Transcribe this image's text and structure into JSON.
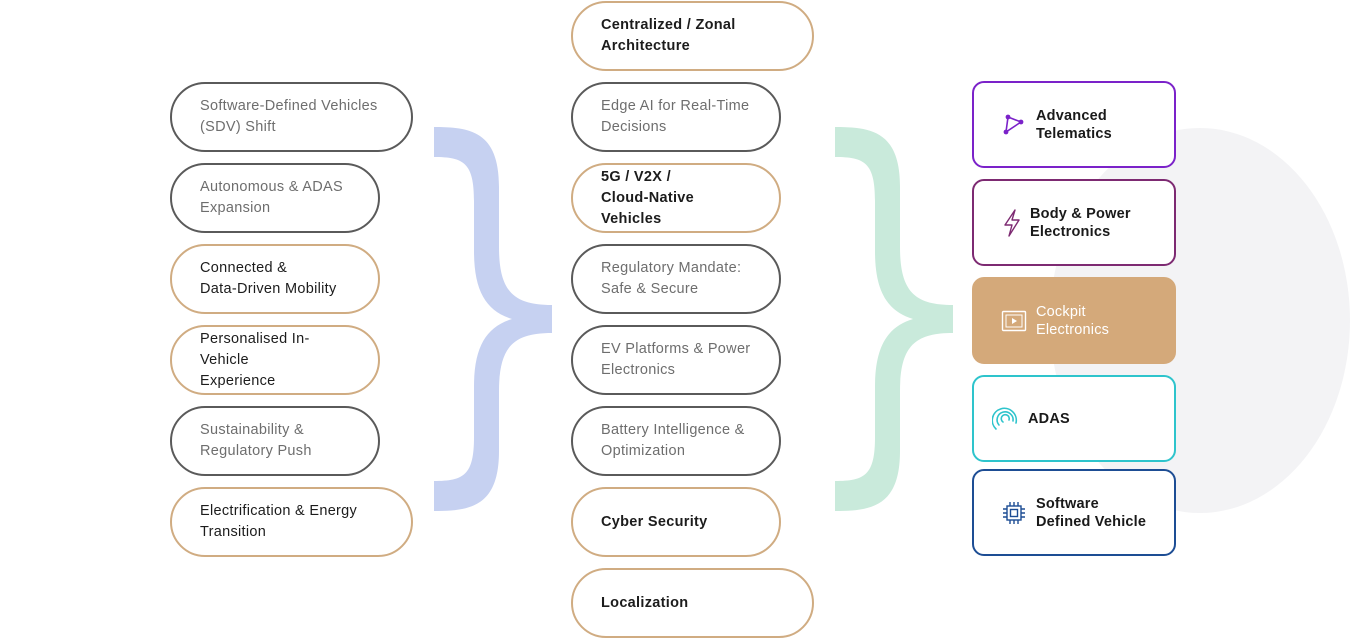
{
  "left_column": [
    {
      "label": "Software-Defined Vehicles\n(SDV) Shift",
      "style": "gray"
    },
    {
      "label": "Autonomous & ADAS\nExpansion",
      "style": "gray"
    },
    {
      "label": "Connected &\nData-Driven Mobility",
      "style": "tan"
    },
    {
      "label": "Personalised In-Vehicle\nExperience",
      "style": "tan"
    },
    {
      "label": "Sustainability &\nRegulatory Push",
      "style": "gray"
    },
    {
      "label": "Electrification & Energy\nTransition",
      "style": "tan"
    }
  ],
  "middle_column": [
    {
      "label": "Centralized / Zonal\nArchitecture",
      "style": "tan"
    },
    {
      "label": "Edge AI for Real-Time\nDecisions",
      "style": "gray"
    },
    {
      "label": "5G / V2X /\nCloud-Native Vehicles",
      "style": "tan"
    },
    {
      "label": "Regulatory Mandate:\nSafe & Secure",
      "style": "gray"
    },
    {
      "label": "EV Platforms & Power\nElectronics",
      "style": "gray"
    },
    {
      "label": "Battery Intelligence &\nOptimization",
      "style": "gray"
    },
    {
      "label": "Cyber Security",
      "style": "tan"
    },
    {
      "label": "Localization",
      "style": "tan"
    }
  ],
  "right_column": [
    {
      "label": "Advanced\nTelematics",
      "icon": "telematics-icon",
      "color": "#7b22c9"
    },
    {
      "label": "Body & Power\nElectronics",
      "icon": "lightning-icon",
      "color": "#7d2a72"
    },
    {
      "label": "Cockpit\nElectronics",
      "icon": "video-screen-icon",
      "color": "#d4a97a"
    },
    {
      "label": "ADAS",
      "icon": "radar-icon",
      "color": "#2ec4cc"
    },
    {
      "label": "Software\nDefined Vehicle",
      "icon": "chip-icon",
      "color": "#1d4d94"
    }
  ],
  "colors": {
    "brace_left": "#c6d1f1",
    "brace_right": "#c9eadb",
    "tan": "#d0ac82",
    "gray": "#575757"
  }
}
